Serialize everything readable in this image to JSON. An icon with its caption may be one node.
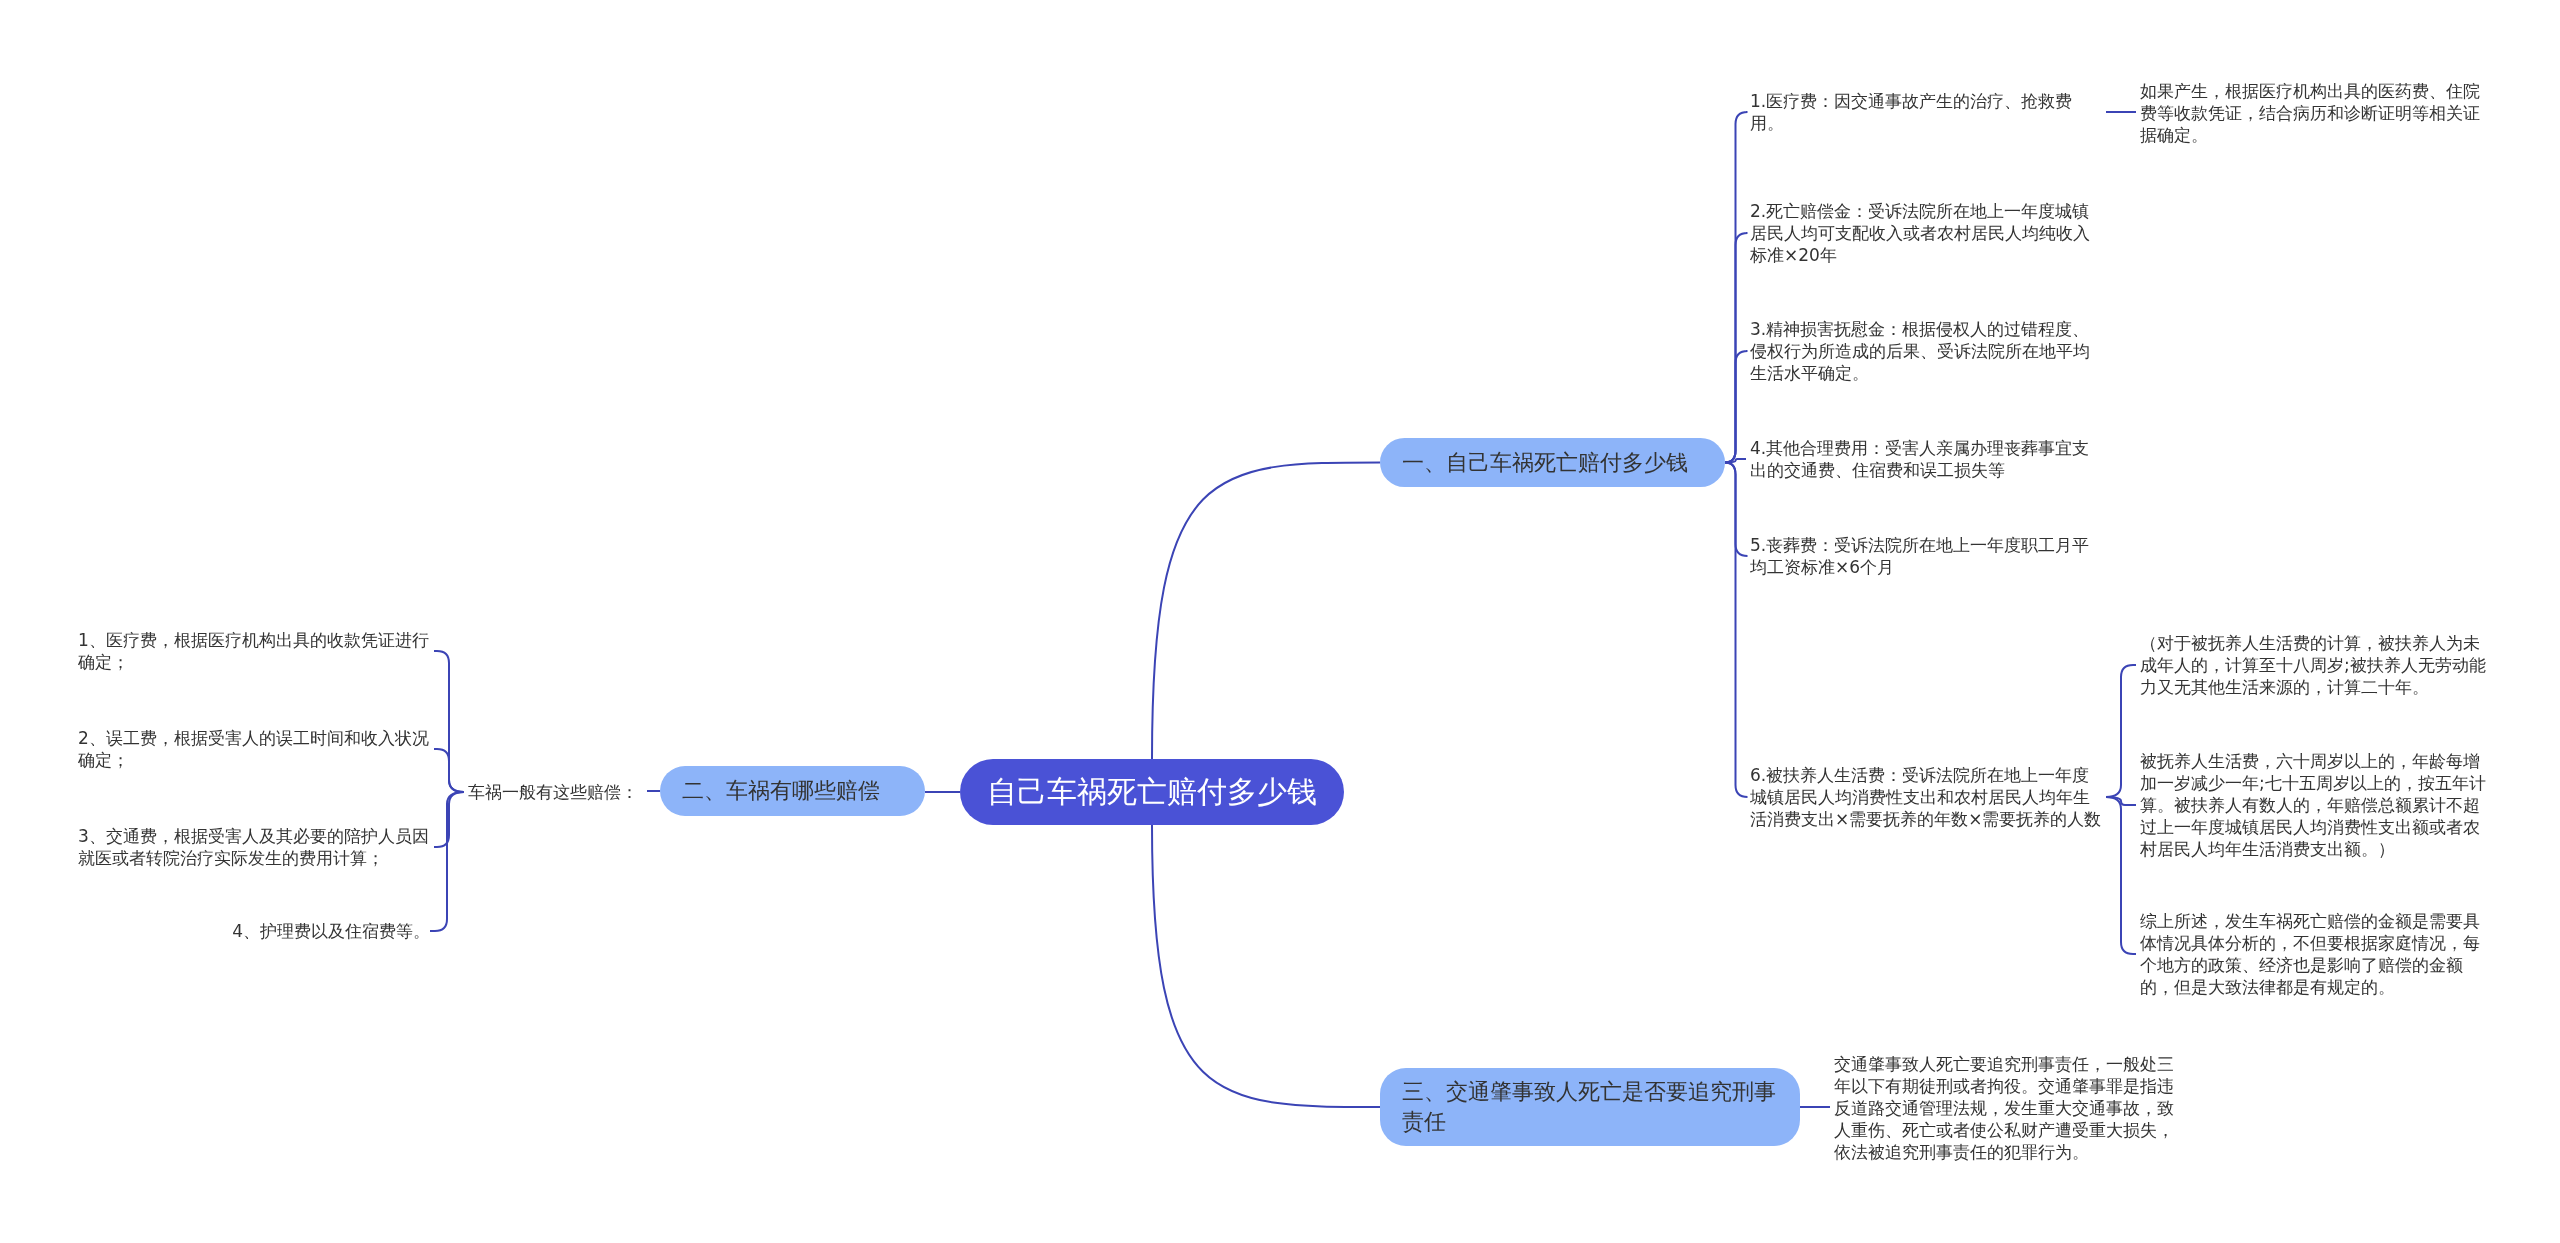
{
  "diagram": {
    "nodes": [
      {
        "text": [
          "自己车祸死亡赔付多少钱"
        ]
      },
      {
        "text": [
          "一、自己车祸死亡赔付多少钱"
        ]
      },
      {
        "text": [
          "1.医疗费：因交通事故产生的治疗、抢救费用。"
        ]
      },
      {
        "text": [
          "如果产生，根据医疗机构出具的医药费、住院费等收款凭证，结合病历和诊断证明等相关证据确定。"
        ]
      },
      {
        "text": [
          "2.死亡赔偿金：受诉法院所在地上一年度城镇居民人均可支配收入或者农村居民人均纯收入标准×20年"
        ]
      },
      {
        "text": [
          "3.精神损害抚慰金：根据侵权人的过错程度、侵权行为所造成的后果、受诉法院所在地平均生活水平确定。"
        ]
      },
      {
        "text": [
          "4.其他合理费用：受害人亲属办理丧葬事宜支出的交通费、住宿费和误工损失等"
        ]
      },
      {
        "text": [
          "5.丧葬费：受诉法院所在地上一年度职工月平均工资标准×6个月"
        ]
      },
      {
        "text": [
          "6.被扶养人生活费：受诉法院所在地上一年度城镇居民人均消费性支出和农村居民人均年生活消费支出×需要抚养的年数×需要抚养的人数"
        ]
      },
      {
        "text": [
          "（对于被抚养人生活费的计算，被扶养人为未成年人的，计算至十八周岁;被扶养人无劳动能力又无其他生活来源的，计算二十年。"
        ]
      },
      {
        "text": [
          "被抚养人生活费，六十周岁以上的，年龄每增加一岁减少一年;七十五周岁以上的，按五年计算。被扶养人有数人的，年赔偿总额累计不超过上一年度城镇居民人均消费性支出额或者农村居民人均年生活消费支出额。）"
        ]
      },
      {
        "text": [
          "综上所述，发生车祸死亡赔偿的金额是需要具体情况具体分析的，不但要根据家庭情况，每个地方的政策、经济也是影响了赔偿的金额的，但是大致法律都是有规定的。"
        ]
      },
      {
        "text": [
          "二、车祸有哪些赔偿"
        ]
      },
      {
        "text": [
          "车祸一般有这些赔偿："
        ]
      },
      {
        "text": [
          "1、医疗费，根据医疗机构出具的收款凭证进行确定；"
        ]
      },
      {
        "text": [
          "2、误工费，根据受害人的误工时间和收入状况确定；"
        ]
      },
      {
        "text": [
          "3、交通费，根据受害人及其必要的陪护人员因就医或者转院治疗实际发生的费用计算；"
        ]
      },
      {
        "text": [
          "4、护理费以及住宿费等。"
        ]
      },
      {
        "text": [
          "三、交通肇事致人死亡是否要追究刑事责任"
        ]
      },
      {
        "text": [
          "交通肇事致人死亡要追究刑事责任，一般处三年以下有期徒刑或者拘役。交通肇事罪是指违反道路交通管理法规，发生重大交通事故，致人重伤、死亡或者使公私财产遭受重大损失，依法被追究刑事责任的犯罪行为。"
        ]
      }
    ],
    "edges": [
      {
        "from": 0,
        "to": 1,
        "arrow": "none"
      },
      {
        "from": 1,
        "to": 2,
        "arrow": "none"
      },
      {
        "from": 2,
        "to": 3,
        "arrow": "none"
      },
      {
        "from": 1,
        "to": 4,
        "arrow": "none"
      },
      {
        "from": 1,
        "to": 5,
        "arrow": "none"
      },
      {
        "from": 1,
        "to": 6,
        "arrow": "none"
      },
      {
        "from": 1,
        "to": 7,
        "arrow": "none"
      },
      {
        "from": 1,
        "to": 8,
        "arrow": "none"
      },
      {
        "from": 8,
        "to": 9,
        "arrow": "none"
      },
      {
        "from": 8,
        "to": 10,
        "arrow": "none"
      },
      {
        "from": 8,
        "to": 11,
        "arrow": "none"
      },
      {
        "from": 0,
        "to": 12,
        "arrow": "none"
      },
      {
        "from": 12,
        "to": 13,
        "arrow": "none"
      },
      {
        "from": 13,
        "to": 14,
        "arrow": "none"
      },
      {
        "from": 13,
        "to": 15,
        "arrow": "none"
      },
      {
        "from": 13,
        "to": 16,
        "arrow": "none"
      },
      {
        "from": 13,
        "to": 17,
        "arrow": "none"
      },
      {
        "from": 0,
        "to": 18,
        "arrow": "none"
      },
      {
        "from": 18,
        "to": 19,
        "arrow": "none"
      }
    ]
  }
}
